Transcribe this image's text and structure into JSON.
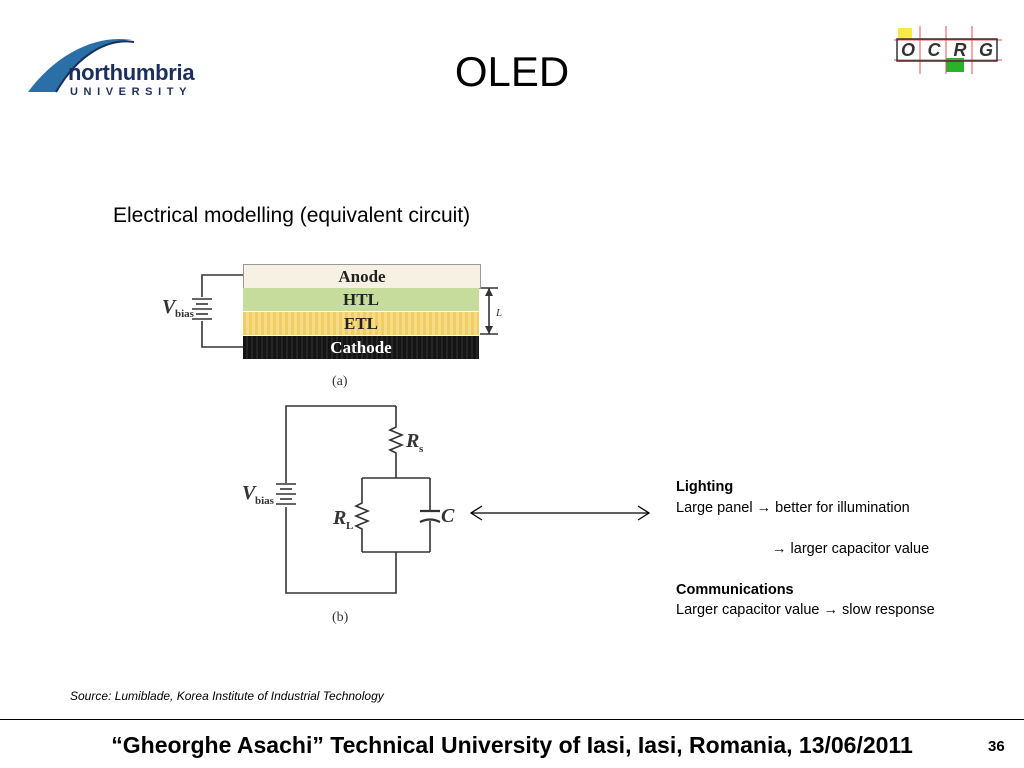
{
  "slide": {
    "title": "OLED",
    "subtitle": "Electrical modelling (equivalent circuit)",
    "source": "Source: Lumiblade, Korea Institute of Industrial Technology",
    "footer": "“Gheorghe Asachi” Technical University of Iasi, Iasi, Romania, 13/06/2011",
    "page_number": "36"
  },
  "logos": {
    "northumbria_word": "northumbria",
    "northumbria_sub": "UNIVERSITY",
    "ocrg_letters": [
      "O",
      "C",
      "R",
      "G"
    ]
  },
  "figure_a": {
    "layers": [
      "Anode",
      "HTL",
      "ETL",
      "Cathode"
    ],
    "vbias_main": "V",
    "vbias_sub": "bias",
    "thickness_label": "L",
    "caption": "(a)"
  },
  "figure_b": {
    "vbias_main": "V",
    "vbias_sub": "bias",
    "rs_main": "R",
    "rs_sub": "s",
    "rl_main": "R",
    "rl_sub": "L",
    "c_label": "C",
    "caption": "(b)"
  },
  "notes": {
    "lighting_heading": "Lighting",
    "lighting_line1_a": "Large panel ",
    "lighting_line1_b": " better for illumination",
    "lighting_line2": " larger capacitor value",
    "comm_heading": "Communications",
    "comm_line_a": "Larger capacitor value ",
    "comm_line_b": " slow response",
    "arrow_glyph": "→"
  }
}
